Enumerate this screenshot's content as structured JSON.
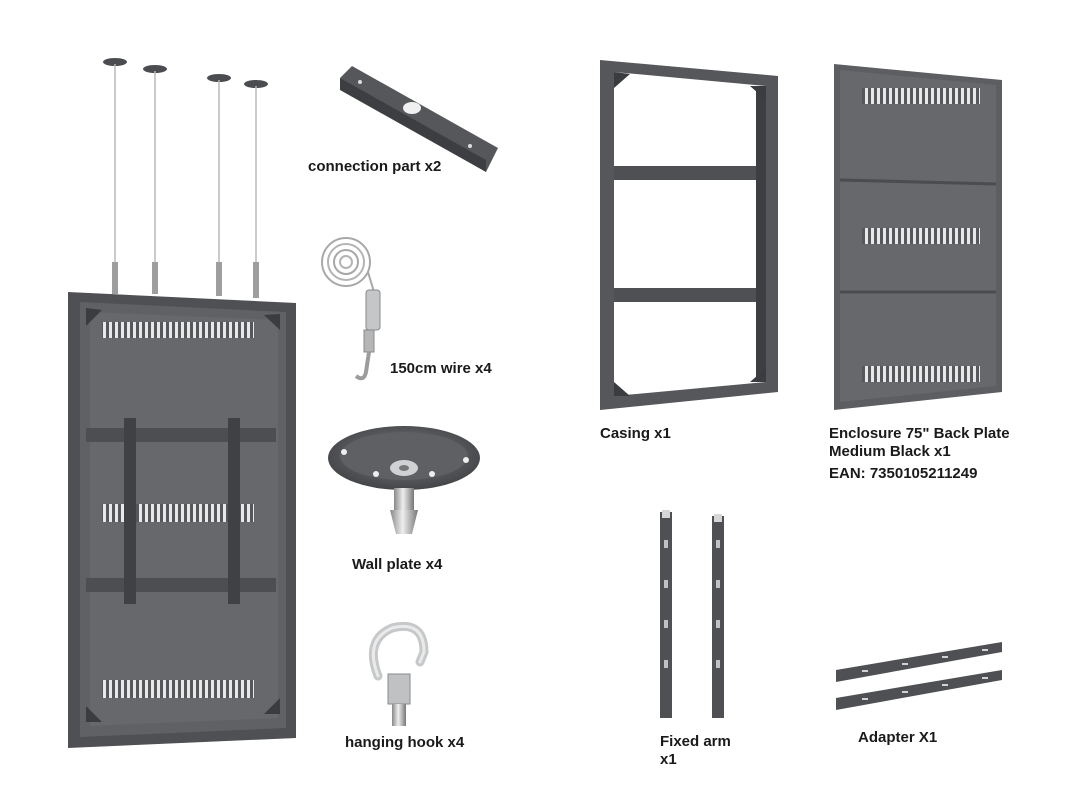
{
  "labels": {
    "connection_part": "connection part x2",
    "wire": "150cm wire x4",
    "wall_plate": "Wall plate x4",
    "hanging_hook": "hanging hook x4",
    "casing": "Casing x1",
    "enclosure_line1": "Enclosure 75\" Back Plate",
    "enclosure_line2": "Medium Black x1",
    "ean": "EAN: 7350105211249",
    "fixed_arm_line1": "Fixed arm",
    "fixed_arm_line2": "x1",
    "adapter": "Adapter X1"
  },
  "colors": {
    "steel_dark": "#55575a",
    "steel_mid": "#6b6d70",
    "steel_light": "#8a8c8f",
    "vent": "#e6e6e6",
    "chrome": "#c9cbcd"
  }
}
